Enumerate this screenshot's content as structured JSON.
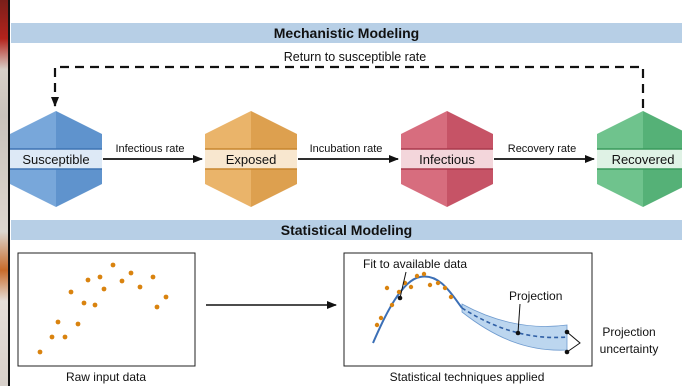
{
  "mechanistic": {
    "title": "Mechanistic Modeling",
    "return_label": "Return to susceptible rate",
    "compartments": [
      {
        "label": "Susceptible",
        "color_light": "#78a7da",
        "color_dark": "#5f93cd",
        "band": "#dde9f6",
        "line": "#3f74b3"
      },
      {
        "label": "Exposed",
        "color_light": "#eab46a",
        "color_dark": "#dda04f",
        "band": "#f8e7cf",
        "line": "#c7862f"
      },
      {
        "label": "Infectious",
        "color_light": "#d76d7e",
        "color_dark": "#c65366",
        "band": "#f3d6db",
        "line": "#aa3a4d"
      },
      {
        "label": "Recovered",
        "color_light": "#6fc38d",
        "color_dark": "#55b177",
        "band": "#dff2e5",
        "line": "#3a9a5d"
      }
    ],
    "rates": [
      "Infectious rate",
      "Incubation rate",
      "Recovery rate"
    ]
  },
  "statistical": {
    "title": "Statistical Modeling",
    "raw_caption": "Raw input data",
    "applied_caption": "Statistical techniques applied",
    "fit_label": "Fit to available data",
    "projection_label": "Projection",
    "uncertainty_label_line1": "Projection",
    "uncertainty_label_line2": "uncertainty"
  },
  "colors": {
    "banner": "#b7cfe6",
    "dots": "#d9830f",
    "fit_line": "#3b6fb6",
    "band": "#bcd6ef"
  }
}
